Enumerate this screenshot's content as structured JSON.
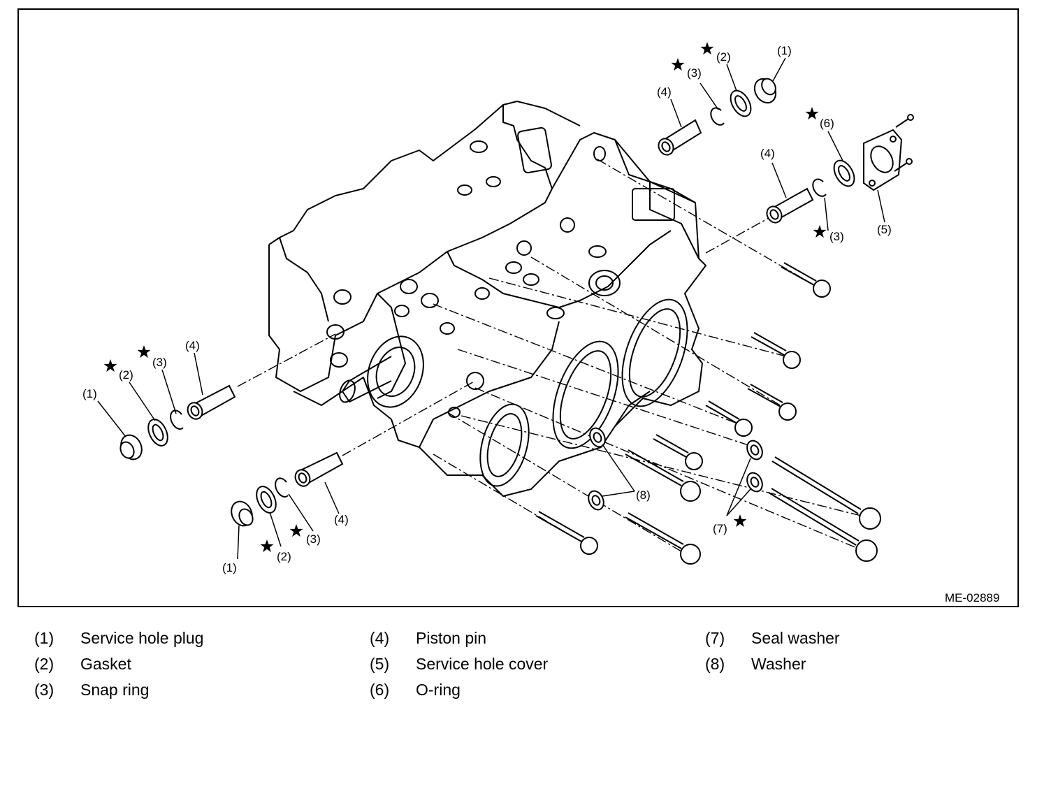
{
  "figure_id": "ME-02889",
  "callouts": {
    "c1": "(1)",
    "c2": "(2)",
    "c3": "(3)",
    "c4": "(4)",
    "c5": "(5)",
    "c6": "(6)",
    "c7": "(7)",
    "c8": "(8)"
  },
  "legend": [
    {
      "num": "(1)",
      "label": "Service hole plug"
    },
    {
      "num": "(2)",
      "label": "Gasket"
    },
    {
      "num": "(3)",
      "label": "Snap ring"
    },
    {
      "num": "(4)",
      "label": "Piston pin"
    },
    {
      "num": "(5)",
      "label": "Service hole cover"
    },
    {
      "num": "(6)",
      "label": "O-ring"
    },
    {
      "num": "(7)",
      "label": "Seal washer"
    },
    {
      "num": "(8)",
      "label": "Washer"
    }
  ],
  "symbols": {
    "star": "★",
    "star_meaning_icon": "replace-part-star-icon"
  }
}
